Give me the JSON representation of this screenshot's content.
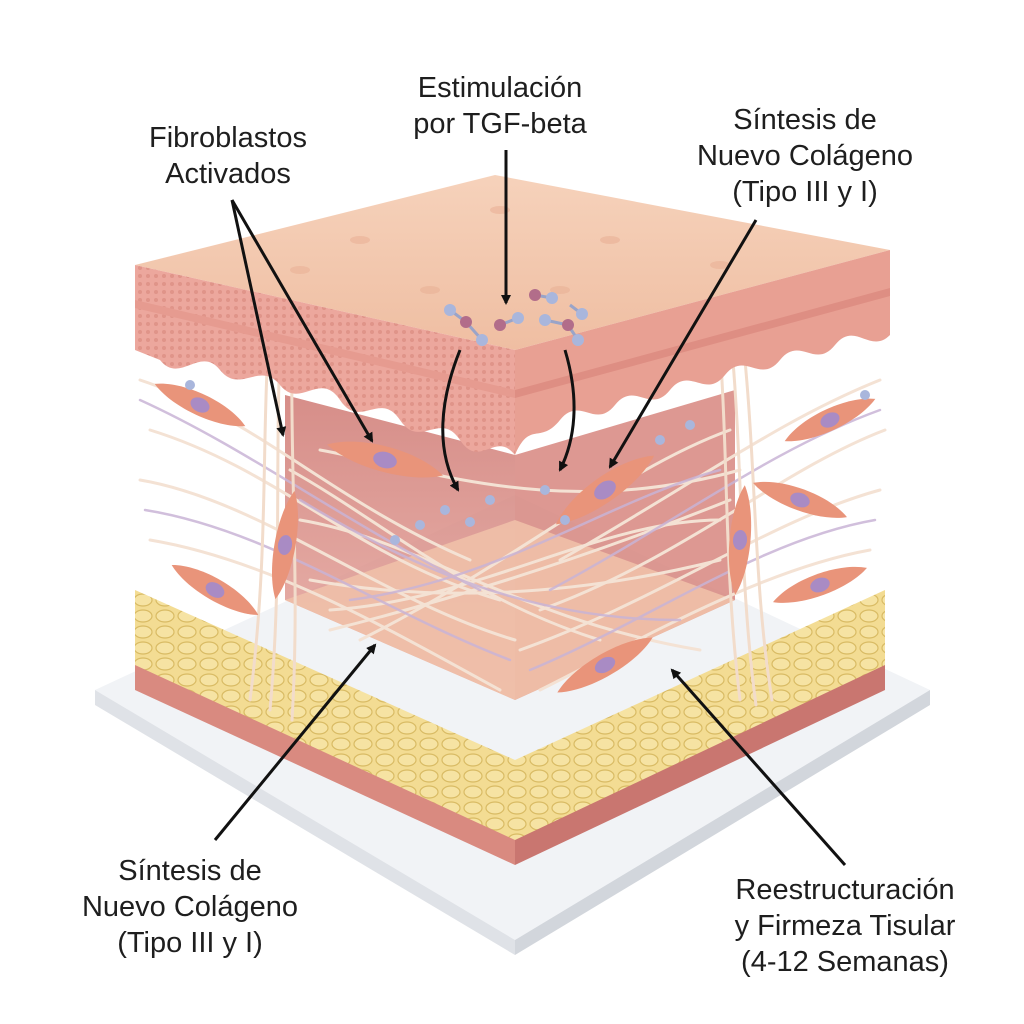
{
  "callouts": {
    "tgf": {
      "lines": [
        "Estimulación",
        "por TGF-beta"
      ]
    },
    "fibroblasts": {
      "lines": [
        "Fibroblastos",
        "Activados"
      ]
    },
    "collagen_top": {
      "lines": [
        "Síntesis de",
        "Nuevo Colágeno",
        "(Tipo III y I)"
      ]
    },
    "collagen_bottom": {
      "lines": [
        "Síntesis de",
        "Nuevo Colágeno",
        "(Tipo III y I)"
      ]
    },
    "remodeling": {
      "lines": [
        "Reestructuración",
        "y Firmeza Tisular",
        "(4-12 Semanas)"
      ]
    }
  },
  "colors": {
    "epidermis_top": "#f3c6aa",
    "epidermis_side": "#eba59a",
    "dermis": "#d9867f",
    "dermis_dark": "#c76f6a",
    "fat": "#f1d98a",
    "fat_dark": "#d8b85a",
    "collagen": "#f4e2d4",
    "collagen_violet": "#c9b4d6",
    "fibroblast": "#e9947a",
    "nucleus": "#a98bc4",
    "molecule_blue": "#a9b6dc",
    "molecule_pink": "#b26d8a",
    "base": "#eef0f3",
    "arrow": "#111111"
  }
}
